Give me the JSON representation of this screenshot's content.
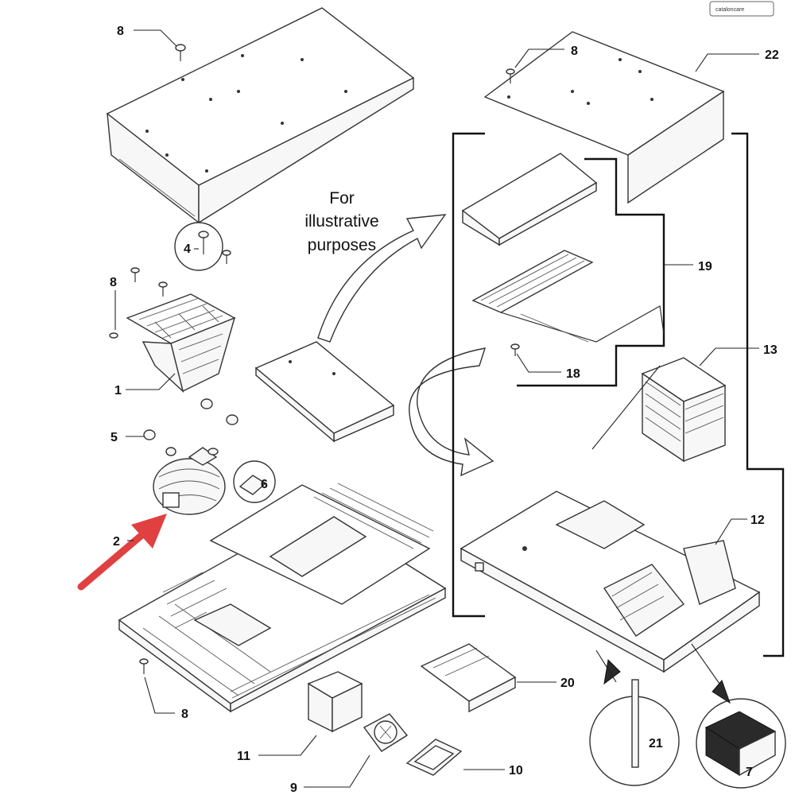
{
  "logo": {
    "text": "cataloncare"
  },
  "note": {
    "line1": "For",
    "line2": "illustrative",
    "line3": "purposes"
  },
  "callouts": [
    {
      "id": "c8a",
      "label": "8"
    },
    {
      "id": "c8b",
      "label": "8"
    },
    {
      "id": "c22",
      "label": "22"
    },
    {
      "id": "c4",
      "label": "4"
    },
    {
      "id": "c8c",
      "label": "8"
    },
    {
      "id": "c19",
      "label": "19"
    },
    {
      "id": "c1",
      "label": "1"
    },
    {
      "id": "c13",
      "label": "13"
    },
    {
      "id": "c18",
      "label": "18"
    },
    {
      "id": "c5",
      "label": "5"
    },
    {
      "id": "c6",
      "label": "6"
    },
    {
      "id": "c2",
      "label": "2"
    },
    {
      "id": "c12",
      "label": "12"
    },
    {
      "id": "c8d",
      "label": "8"
    },
    {
      "id": "c20",
      "label": "20"
    },
    {
      "id": "c11",
      "label": "11"
    },
    {
      "id": "c21",
      "label": "21"
    },
    {
      "id": "c9",
      "label": "9"
    },
    {
      "id": "c10",
      "label": "10"
    },
    {
      "id": "c7",
      "label": "7"
    }
  ],
  "colors": {
    "highlight_arrow": "#e04040",
    "line": "#222222"
  },
  "highlight": {
    "target_part": "2"
  }
}
